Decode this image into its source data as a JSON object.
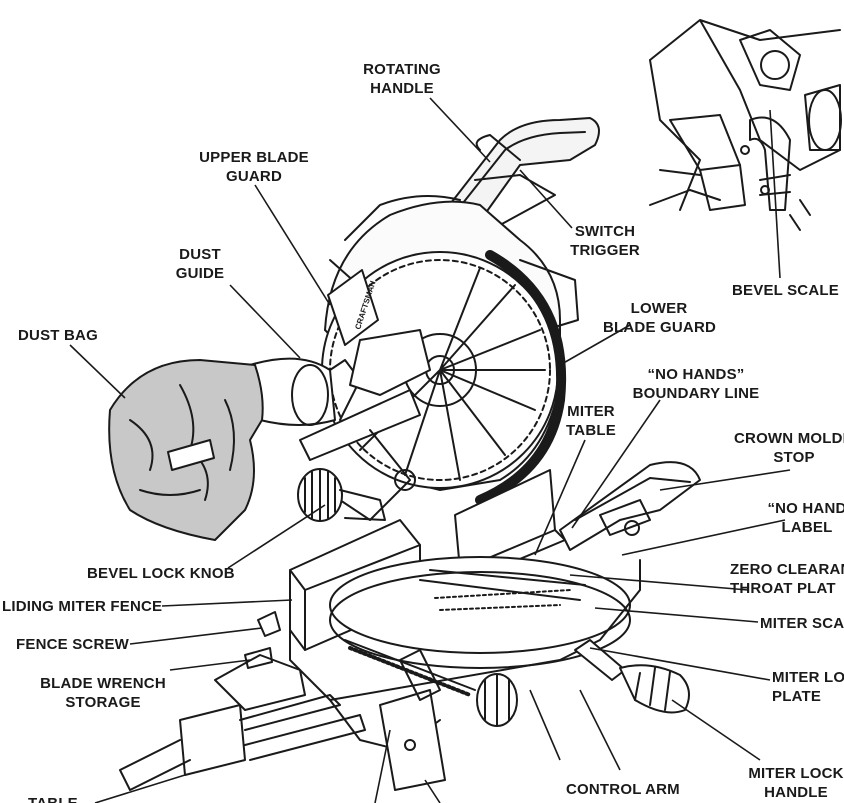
{
  "labels": {
    "rotating_handle": "ROTATING\nHANDLE",
    "upper_blade_guard": "UPPER BLADE\nGUARD",
    "dust_guide": "DUST\nGUIDE",
    "dust_bag": "DUST BAG",
    "switch_trigger": "SWITCH\nTRIGGER",
    "bevel_scale": "BEVEL SCALE",
    "lower_blade_guard": "LOWER\nBLADE GUARD",
    "no_hands_boundary": "“NO HANDS”\nBOUNDARY LINE",
    "miter_table": "MITER\nTABLE",
    "crown_molding_stop": "CROWN MOLDIN\nSTOP",
    "no_hands_label": "“NO HAND\nLABEL",
    "bevel_lock_knob": "BEVEL LOCK KNOB",
    "zero_clearance": "ZERO CLEARAN\nTHROAT PLAT",
    "sliding_miter_fence": "LIDING MITER FENCE",
    "miter_scale": "MITER SCA",
    "fence_screw": "FENCE SCREW",
    "miter_lock_plate": "MITER LO\nPLATE",
    "blade_wrench_storage": "BLADE WRENCH\nSTORAGE",
    "control_arm": "CONTROL ARM",
    "miter_lock_handle": "MITER LOCK\nHANDLE",
    "table": "TABLE"
  },
  "product_brand": "CRAFTSMAN"
}
